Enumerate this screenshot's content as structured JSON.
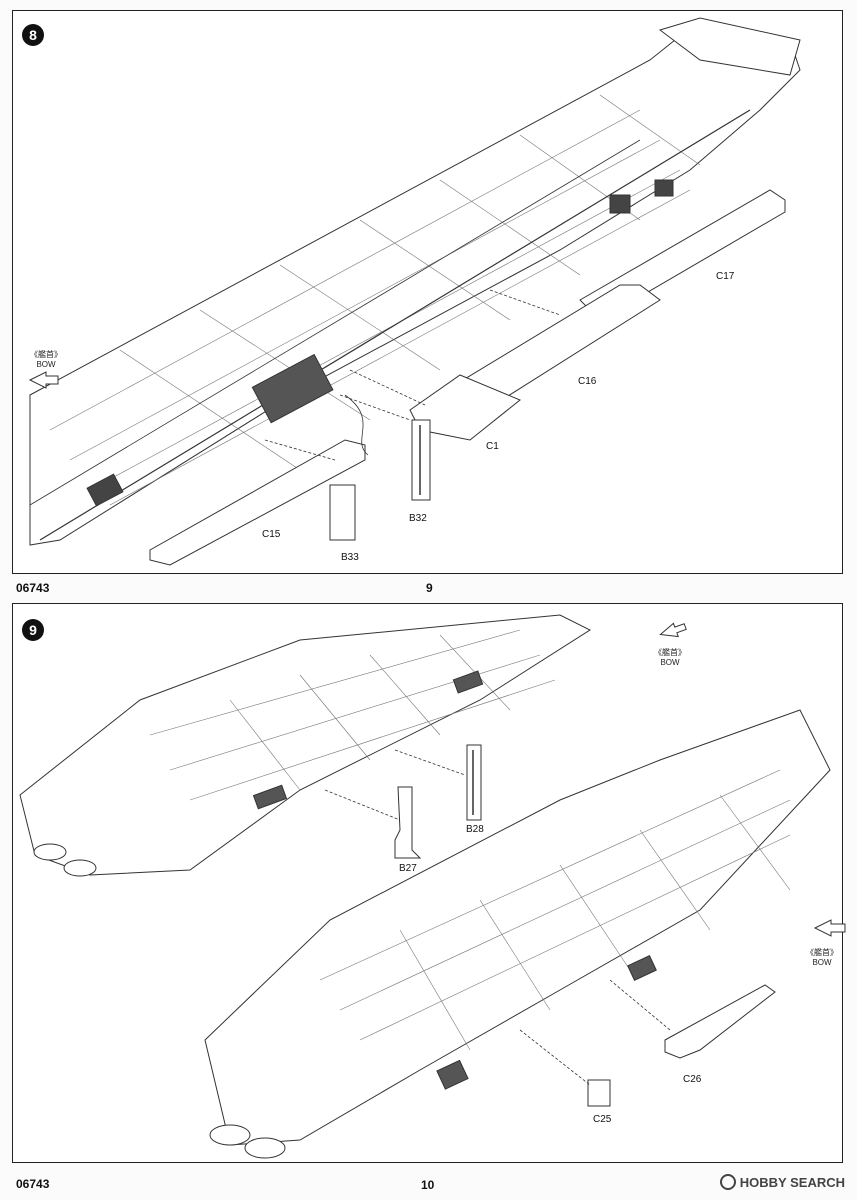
{
  "top_page": {
    "step_number": "8",
    "direction": {
      "cn": "《艦首》",
      "en": "BOW"
    },
    "parts": [
      "C17",
      "C16",
      "C1",
      "C15",
      "B32",
      "B33"
    ],
    "footer_code": "06743",
    "page_number": "9"
  },
  "bottom_page": {
    "step_number": "9",
    "direction_top": {
      "cn": "《艦首》",
      "en": "BOW"
    },
    "direction_right": {
      "cn": "《艦首》",
      "en": "BOW"
    },
    "parts": [
      "B28",
      "B27",
      "C26",
      "C25"
    ],
    "footer_code": "06743",
    "page_number": "10"
  },
  "watermark": {
    "text": "HOBBY SEARCH"
  }
}
